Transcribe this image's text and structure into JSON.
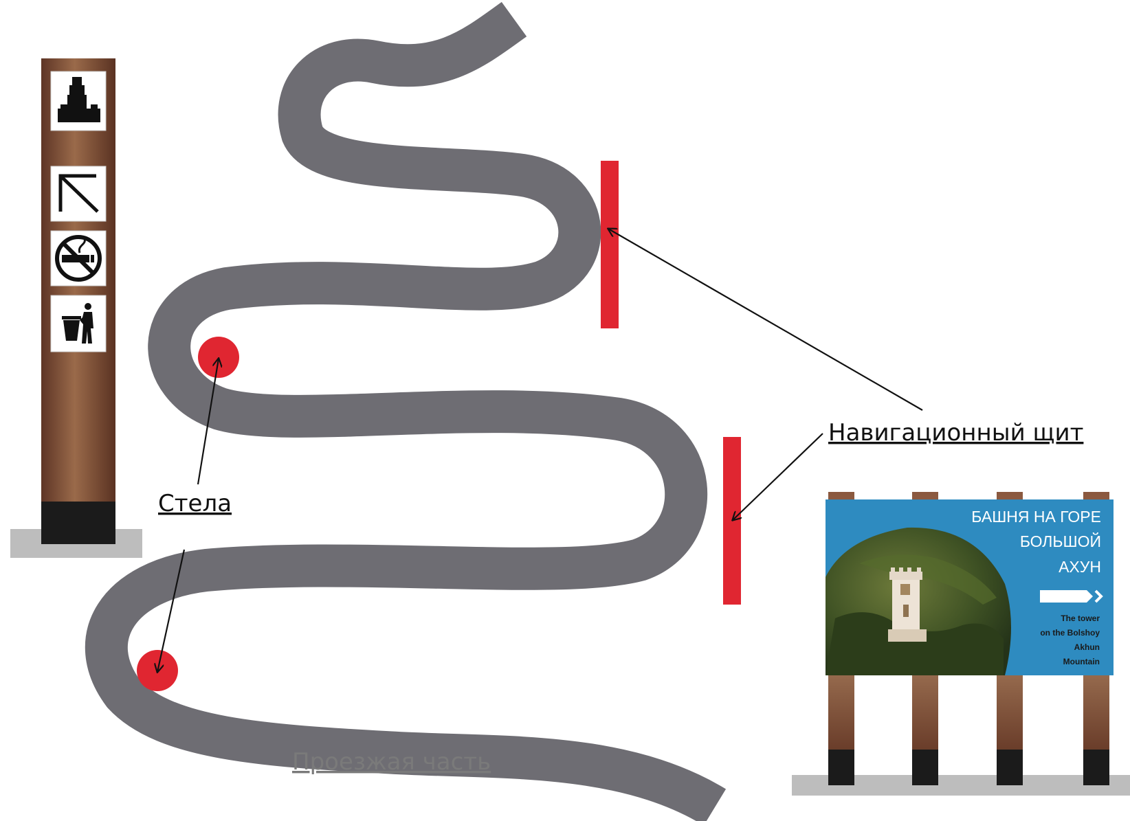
{
  "labels": {
    "stela": "Стела",
    "nav_board": "Навигационный щит",
    "roadway": "Проезжая часть"
  },
  "sign": {
    "title_lines": [
      "БАШНЯ НА ГОРЕ",
      "БОЛЬШОЙ",
      "АХУН"
    ],
    "subtitle_lines": [
      "The tower",
      "on the Bolshoy",
      "Akhun",
      "Mountain"
    ]
  },
  "stela_icons": [
    "tower-icon",
    "arrow-up-left-icon",
    "no-smoking-icon",
    "trash-bin-icon"
  ],
  "colors": {
    "road": "#6e6d73",
    "marker": "#e02631",
    "wood": "#7a4a32",
    "sign_bg": "#2e8bc0",
    "ground": "#bdbdbd",
    "base": "#1b1b1b"
  }
}
